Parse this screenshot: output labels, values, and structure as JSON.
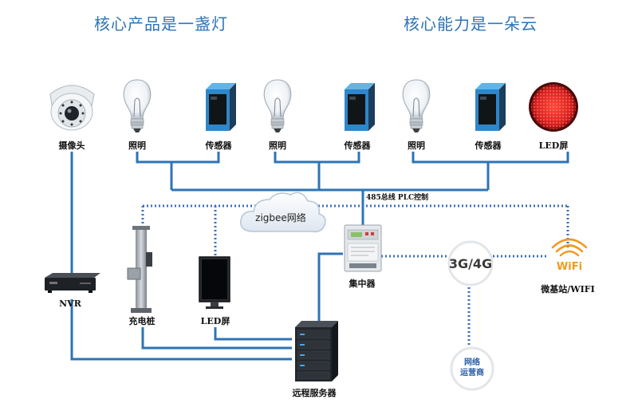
{
  "headings": {
    "left": "核心产品是一盏灯",
    "right": "核心能力是一朵云"
  },
  "devices": {
    "camera": "摄像头",
    "light_1": "照明",
    "sensor_1": "传感器",
    "light_2": "照明",
    "sensor_2": "传感器",
    "light_3": "照明",
    "sensor_3": "传感器",
    "led_top": "LED屏",
    "nvr": "NVR",
    "charger": "充电桩",
    "led_mid": "LED屏",
    "concentrator": "集中器",
    "microstation": "微基站/WIFI",
    "server": "远程服务器"
  },
  "network": {
    "bus_label": "485总线 PLC控制",
    "cloud_label": "zigbee网络",
    "mobile_label": "3G/4G",
    "wifi_logo": "WiFi",
    "operator_line1": "网络",
    "operator_line2": "运营商"
  },
  "colors": {
    "line_blue": "#2e74b5",
    "dotted_blue": "#3d6fb8",
    "heading_blue": "#2f74b5",
    "led_red": "#d81f1f",
    "wifi_orange": "#f09a1e"
  }
}
